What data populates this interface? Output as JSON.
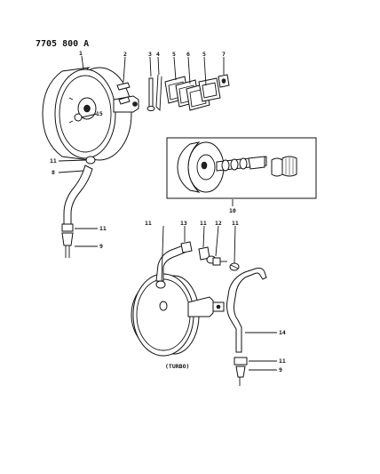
{
  "diagram": {
    "code": "7705 800 A",
    "variant_label": "(TURBO)",
    "callouts": {
      "c1": "1",
      "c2": "2",
      "c3": "3",
      "c4": "4",
      "c5a": "5",
      "c6": "6",
      "c5b": "5",
      "c7": "7",
      "c15": "15",
      "c11_top": "11",
      "c8": "8",
      "c11_left": "11",
      "c9_left": "9",
      "c10": "10",
      "c11_t1": "11",
      "c13": "13",
      "c11_t2": "11",
      "c12": "12",
      "c11_t3": "11",
      "c14": "14",
      "c11_bot": "11",
      "c9_bot": "9"
    }
  }
}
